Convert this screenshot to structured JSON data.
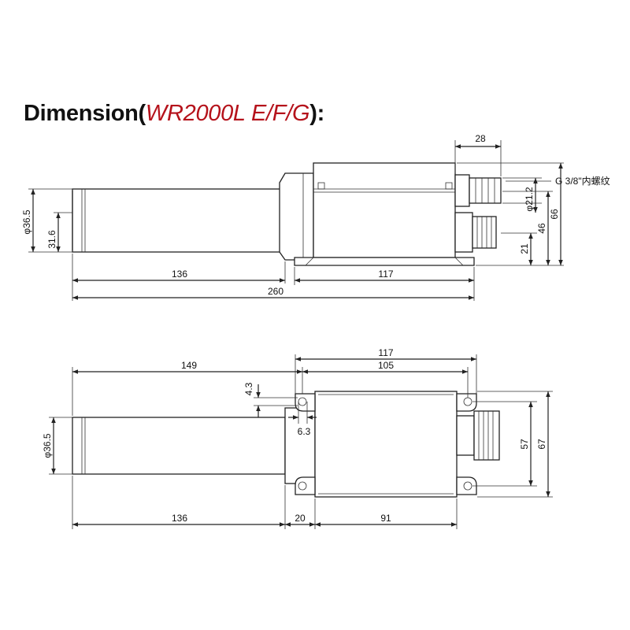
{
  "title": {
    "prefix": "Dimension(",
    "model": "WR2000L E/F/G",
    "suffix": "):"
  },
  "side_view": {
    "dim_diameter": "φ36.5",
    "dim_height_small": "31.6",
    "dim_tube_length": "136",
    "dim_box_length": "117",
    "dim_total_length": "260",
    "dim_fitting_length": "28",
    "thread_note": "G 3/8\"内螺纹",
    "dim_fitting_diameter": "φ21.2",
    "dim_gland_height": "21",
    "dim_mid_height": "46",
    "dim_total_height": "66"
  },
  "top_view": {
    "dim_left_offset": "149",
    "dim_box_length": "117",
    "dim_hole_spacing": "105",
    "dim_slot_width": "4.3",
    "dim_slot_length": "6.3",
    "dim_diameter": "φ36.5",
    "dim_tube_length": "136",
    "dim_neck_length": "20",
    "dim_body_length": "91",
    "dim_hole_spacing_v": "57",
    "dim_width": "67"
  }
}
